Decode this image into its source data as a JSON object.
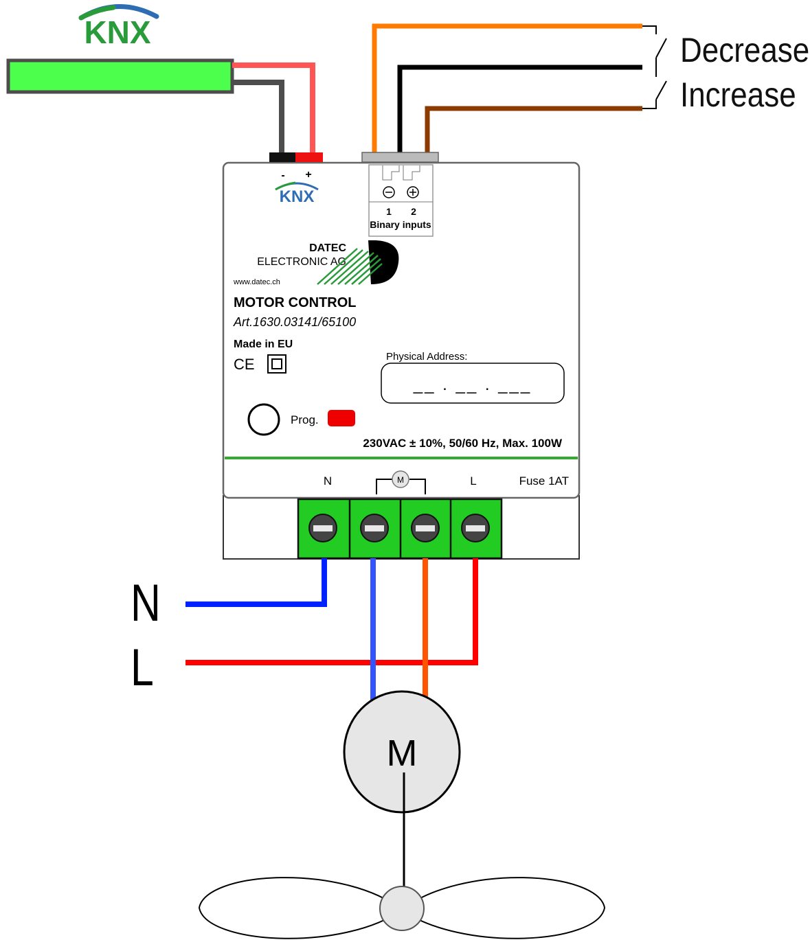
{
  "knx_logo_text": "KNX",
  "switch_labels": {
    "decrease": "Decrease",
    "increase": "Increase"
  },
  "device": {
    "knx_terminal": {
      "minus": "-",
      "plus": "+",
      "logo": "KNX"
    },
    "binary_inputs": {
      "minus_symbol": "⊖",
      "plus_symbol": "⊕",
      "num1": "1",
      "num2": "2",
      "label": "Binary inputs"
    },
    "manufacturer": {
      "name": "DATEC",
      "subname": "ELECTRONIC AG",
      "website": "www.datec.ch"
    },
    "product_name": "MOTOR CONTROL",
    "article": "Art.1630.03141/65100",
    "made_in": "Made in EU",
    "ce_mark": "CE",
    "physical_address_label": "Physical Address:",
    "physical_address_value": "__ . __ . ___",
    "prog_label": "Prog.",
    "rating": "230VAC ± 10%, 50/60 Hz, Max. 100W",
    "terminals": {
      "n": "N",
      "motor_symbol": "M",
      "l": "L",
      "fuse": "Fuse 1AT"
    }
  },
  "mains_labels": {
    "n": "N",
    "l": "L"
  },
  "motor_label": "M",
  "colors": {
    "knx_bus_green": "#4cff4c",
    "knx_red": "#ff4d4d",
    "knx_dark": "#4d4d4d",
    "wire_orange": "#ff7a00",
    "wire_black": "#000000",
    "wire_brown": "#8b3a00",
    "wire_blue": "#0022ff",
    "wire_red": "#ff0000",
    "terminal_green": "#22cc22",
    "prog_led": "#ee0000",
    "divider_green": "#33aa33",
    "motor_fill": "#e6e6e6"
  }
}
